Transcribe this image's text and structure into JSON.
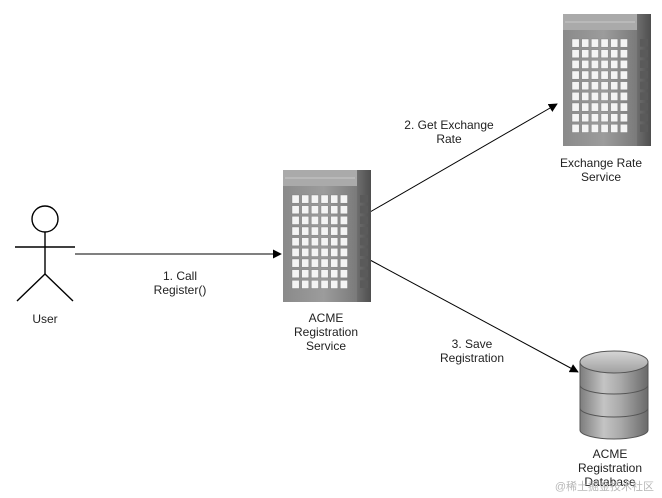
{
  "diagram": {
    "nodes": {
      "user": {
        "label": "User"
      },
      "registration_service": {
        "label_lines": [
          "ACME",
          "Registration",
          "Service"
        ]
      },
      "exchange_service": {
        "label_lines": [
          "Exchange Rate",
          "Service"
        ]
      },
      "database": {
        "label_lines": [
          "ACME",
          "Registration",
          "Database"
        ]
      }
    },
    "edges": [
      {
        "label_lines": [
          "1. Call",
          "Register()"
        ]
      },
      {
        "label_lines": [
          "2. Get Exchange",
          "Rate"
        ]
      },
      {
        "label_lines": [
          "3. Save",
          "Registration"
        ]
      }
    ]
  },
  "watermark": "@稀土掘金技术社区"
}
